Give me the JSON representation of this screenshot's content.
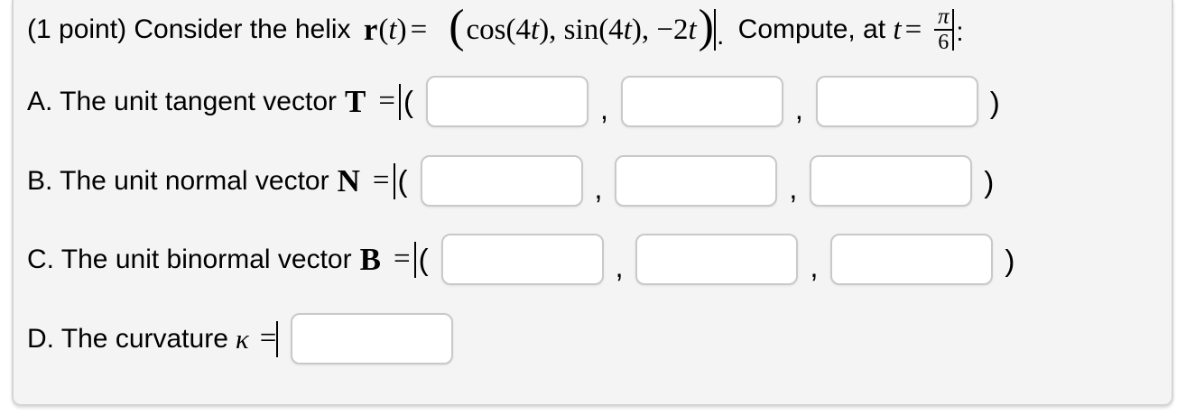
{
  "colors": {
    "page_bg": "#ffffff",
    "panel_bg": "#f4f4f4",
    "panel_border": "#d5d5d5",
    "input_border": "#c9c9c9",
    "input_bg": "#ffffff",
    "text": "#000000"
  },
  "header": {
    "prefix": "(1 point) Consider the helix ",
    "vector_name": "r",
    "vector_arg_open": "(",
    "vector_arg_var": "t",
    "vector_arg_close": ")",
    "equals": "=",
    "expr_open": "(",
    "expr_cos": "cos(4",
    "expr_t1": "t",
    "expr_mid1": "), sin(4",
    "expr_t2": "t",
    "expr_mid2": "), −2",
    "expr_t3": "t",
    "expr_close": ")",
    "period": ".",
    "compute_text": " Compute, at ",
    "t_var": "t",
    "equals2": "=",
    "frac_numerator": "π",
    "frac_denominator": "6",
    "colon": ":"
  },
  "rows": {
    "A": {
      "label": "A. The unit tangent vector",
      "symbol": "T",
      "equals": "=",
      "paren_open": "(",
      "comma": ",",
      "paren_close": ")",
      "values": [
        "",
        "",
        ""
      ]
    },
    "B": {
      "label": "B. The unit normal vector",
      "symbol": "N",
      "equals": "=",
      "paren_open": "(",
      "comma": ",",
      "paren_close": ")",
      "values": [
        "",
        "",
        ""
      ]
    },
    "C": {
      "label": "C. The unit binormal vector",
      "symbol": "B",
      "equals": "=",
      "paren_open": "(",
      "comma": ",",
      "paren_close": ")",
      "values": [
        "",
        "",
        ""
      ]
    },
    "D": {
      "label": "D. The curvature",
      "symbol": "κ",
      "equals": "=",
      "values": [
        ""
      ]
    }
  }
}
